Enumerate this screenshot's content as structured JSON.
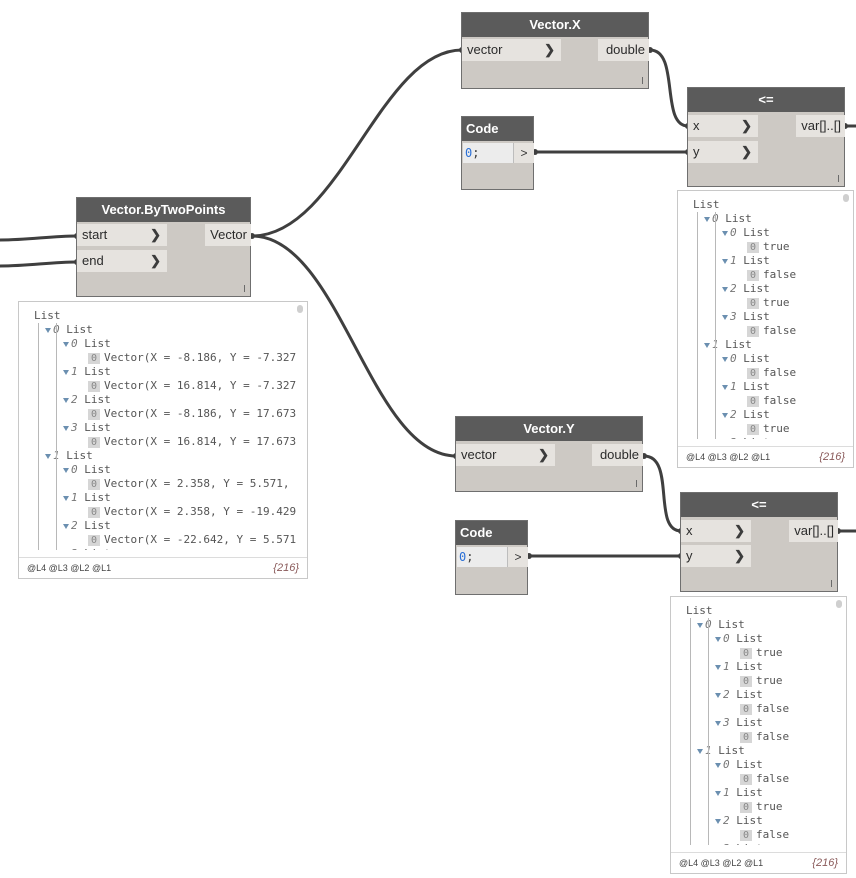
{
  "colors": {
    "wire": "#3f3f3f",
    "node_header": "#5b5b5b",
    "node_body": "#cdc9c4"
  },
  "nodes": {
    "vector_by_two_points": {
      "title": "Vector.ByTwoPoints",
      "inputs": [
        "start",
        "end"
      ],
      "output": "Vector"
    },
    "vector_x": {
      "title": "Vector.X",
      "input": "vector",
      "output": "double"
    },
    "vector_y": {
      "title": "Vector.Y",
      "input": "vector",
      "output": "double"
    },
    "lte_top": {
      "title": "<=",
      "inputs": [
        "x",
        "y"
      ],
      "output": "var[]..[]"
    },
    "lte_bottom": {
      "title": "<=",
      "inputs": [
        "x",
        "y"
      ],
      "output": "var[]..[]"
    },
    "code_block_top": {
      "title": "Code Block",
      "code_num": "0",
      "code_rest": ";",
      "output": ">"
    },
    "code_block_bottom": {
      "title": "Code Block",
      "code_num": "0",
      "code_rest": ";",
      "output": ">"
    }
  },
  "previews": {
    "vectors": {
      "levels": "@L4 @L3 @L2 @L1",
      "count": "{216}",
      "root": "List",
      "lines": [
        {
          "indent": 1,
          "kind": "list",
          "idx": "0",
          "text": "List"
        },
        {
          "indent": 2,
          "kind": "list",
          "idx": "0",
          "text": "List"
        },
        {
          "indent": 3,
          "kind": "item",
          "idx": "0",
          "text": "Vector(X = -8.186, Y = -7.327"
        },
        {
          "indent": 2,
          "kind": "list",
          "idx": "1",
          "text": "List"
        },
        {
          "indent": 3,
          "kind": "item",
          "idx": "0",
          "text": "Vector(X = 16.814, Y = -7.327"
        },
        {
          "indent": 2,
          "kind": "list",
          "idx": "2",
          "text": "List"
        },
        {
          "indent": 3,
          "kind": "item",
          "idx": "0",
          "text": "Vector(X = -8.186, Y = 17.673"
        },
        {
          "indent": 2,
          "kind": "list",
          "idx": "3",
          "text": "List"
        },
        {
          "indent": 3,
          "kind": "item",
          "idx": "0",
          "text": "Vector(X = 16.814, Y = 17.673"
        },
        {
          "indent": 1,
          "kind": "list",
          "idx": "1",
          "text": "List"
        },
        {
          "indent": 2,
          "kind": "list",
          "idx": "0",
          "text": "List"
        },
        {
          "indent": 3,
          "kind": "item",
          "idx": "0",
          "text": "Vector(X = 2.358, Y = 5.571,"
        },
        {
          "indent": 2,
          "kind": "list",
          "idx": "1",
          "text": "List"
        },
        {
          "indent": 3,
          "kind": "item",
          "idx": "0",
          "text": "Vector(X = 2.358, Y = -19.429"
        },
        {
          "indent": 2,
          "kind": "list",
          "idx": "2",
          "text": "List"
        },
        {
          "indent": 3,
          "kind": "item",
          "idx": "0",
          "text": "Vector(X = -22.642, Y = 5.571"
        },
        {
          "indent": 2,
          "kind": "list",
          "idx": "3",
          "text": "List"
        }
      ]
    },
    "lte_top": {
      "levels": "@L4 @L3 @L2 @L1",
      "count": "{216}",
      "root": "List",
      "lines": [
        {
          "indent": 1,
          "kind": "list",
          "idx": "0",
          "text": "List"
        },
        {
          "indent": 2,
          "kind": "list",
          "idx": "0",
          "text": "List"
        },
        {
          "indent": 3,
          "kind": "item",
          "idx": "0",
          "text": "true"
        },
        {
          "indent": 2,
          "kind": "list",
          "idx": "1",
          "text": "List"
        },
        {
          "indent": 3,
          "kind": "item",
          "idx": "0",
          "text": "false"
        },
        {
          "indent": 2,
          "kind": "list",
          "idx": "2",
          "text": "List"
        },
        {
          "indent": 3,
          "kind": "item",
          "idx": "0",
          "text": "true"
        },
        {
          "indent": 2,
          "kind": "list",
          "idx": "3",
          "text": "List"
        },
        {
          "indent": 3,
          "kind": "item",
          "idx": "0",
          "text": "false"
        },
        {
          "indent": 1,
          "kind": "list",
          "idx": "1",
          "text": "List"
        },
        {
          "indent": 2,
          "kind": "list",
          "idx": "0",
          "text": "List"
        },
        {
          "indent": 3,
          "kind": "item",
          "idx": "0",
          "text": "false"
        },
        {
          "indent": 2,
          "kind": "list",
          "idx": "1",
          "text": "List"
        },
        {
          "indent": 3,
          "kind": "item",
          "idx": "0",
          "text": "false"
        },
        {
          "indent": 2,
          "kind": "list",
          "idx": "2",
          "text": "List"
        },
        {
          "indent": 3,
          "kind": "item",
          "idx": "0",
          "text": "true"
        },
        {
          "indent": 2,
          "kind": "list",
          "idx": "3",
          "text": "List"
        }
      ]
    },
    "lte_bottom": {
      "levels": "@L4 @L3 @L2 @L1",
      "count": "{216}",
      "root": "List",
      "lines": [
        {
          "indent": 1,
          "kind": "list",
          "idx": "0",
          "text": "List"
        },
        {
          "indent": 2,
          "kind": "list",
          "idx": "0",
          "text": "List"
        },
        {
          "indent": 3,
          "kind": "item",
          "idx": "0",
          "text": "true"
        },
        {
          "indent": 2,
          "kind": "list",
          "idx": "1",
          "text": "List"
        },
        {
          "indent": 3,
          "kind": "item",
          "idx": "0",
          "text": "true"
        },
        {
          "indent": 2,
          "kind": "list",
          "idx": "2",
          "text": "List"
        },
        {
          "indent": 3,
          "kind": "item",
          "idx": "0",
          "text": "false"
        },
        {
          "indent": 2,
          "kind": "list",
          "idx": "3",
          "text": "List"
        },
        {
          "indent": 3,
          "kind": "item",
          "idx": "0",
          "text": "false"
        },
        {
          "indent": 1,
          "kind": "list",
          "idx": "1",
          "text": "List"
        },
        {
          "indent": 2,
          "kind": "list",
          "idx": "0",
          "text": "List"
        },
        {
          "indent": 3,
          "kind": "item",
          "idx": "0",
          "text": "false"
        },
        {
          "indent": 2,
          "kind": "list",
          "idx": "1",
          "text": "List"
        },
        {
          "indent": 3,
          "kind": "item",
          "idx": "0",
          "text": "true"
        },
        {
          "indent": 2,
          "kind": "list",
          "idx": "2",
          "text": "List"
        },
        {
          "indent": 3,
          "kind": "item",
          "idx": "0",
          "text": "false"
        },
        {
          "indent": 2,
          "kind": "list",
          "idx": "3",
          "text": "List"
        }
      ]
    }
  }
}
